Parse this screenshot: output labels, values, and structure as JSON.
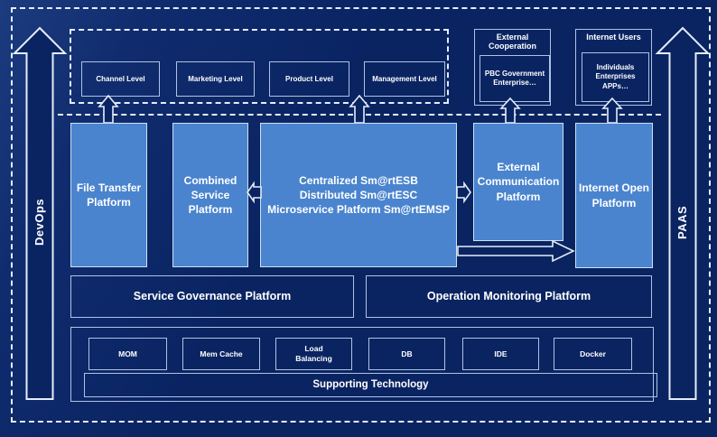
{
  "diagram": {
    "rails": {
      "left": "DevOps",
      "right": "PAAS"
    },
    "access_levels": [
      "Channel Level",
      "Marketing Level",
      "Product Level",
      "Management Level"
    ],
    "external_cooperation": {
      "title": "External Cooperation",
      "members": "PBC Government Enterprise…"
    },
    "internet_users": {
      "title": "Internet Users",
      "members": "Individuals Enterprises APPs…"
    },
    "platforms": {
      "file_transfer": "File Transfer Platform",
      "combined_service": "Combined Service Platform",
      "esb_lines": [
        "Centralized Sm@rtESB",
        "Distributed Sm@rtESC",
        "Microservice Platform Sm@rtEMSP"
      ],
      "external_communication": "External Communication Platform",
      "internet_open": "Internet Open Platform"
    },
    "management_platforms": {
      "service_governance": "Service Governance Platform",
      "operation_monitoring": "Operation Monitoring Platform"
    },
    "supporting": {
      "technologies": [
        "MOM",
        "Mem Cache",
        "Load Balancing",
        "DB",
        "IDE",
        "Docker"
      ],
      "label": "Supporting Technology"
    },
    "colors": {
      "background": "#0a2462",
      "platform_fill": "#4a84ce",
      "border_light": "#aec3e2",
      "border_bright": "#cfe0f2",
      "dash_light": "#e4edf8",
      "text": "#ffffff"
    }
  }
}
